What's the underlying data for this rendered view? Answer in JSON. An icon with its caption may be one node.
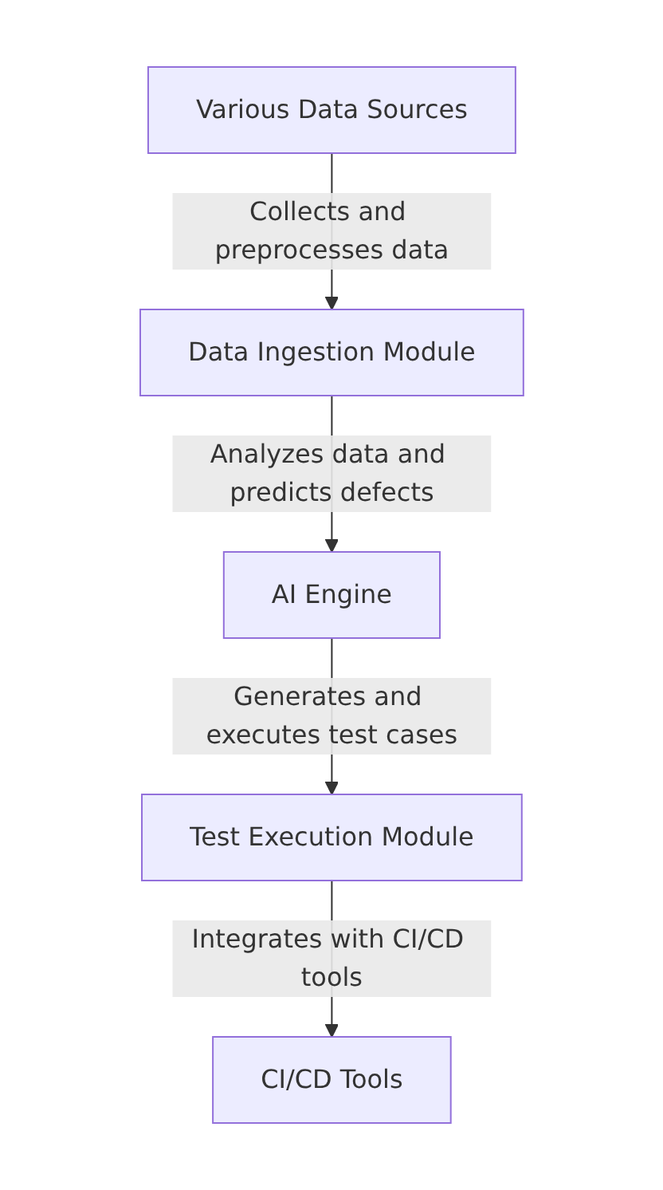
{
  "diagram": {
    "nodes": [
      {
        "text": [
          "Various Data Sources"
        ]
      },
      {
        "text": [
          "Data Ingestion Module"
        ]
      },
      {
        "text": [
          "AI Engine"
        ]
      },
      {
        "text": [
          "Test Execution Module"
        ]
      },
      {
        "text": [
          "CI/CD Tools"
        ]
      }
    ],
    "edges": [
      {
        "from": 0,
        "to": 1,
        "arrow": "to",
        "label": "Collects and preprocesses data"
      },
      {
        "from": 1,
        "to": 2,
        "arrow": "to",
        "label": "Analyzes data and predicts defects"
      },
      {
        "from": 2,
        "to": 3,
        "arrow": "to",
        "label": "Generates and executes test cases"
      },
      {
        "from": 3,
        "to": 4,
        "arrow": "to",
        "label": "Integrates with CI/CD tools"
      }
    ]
  }
}
